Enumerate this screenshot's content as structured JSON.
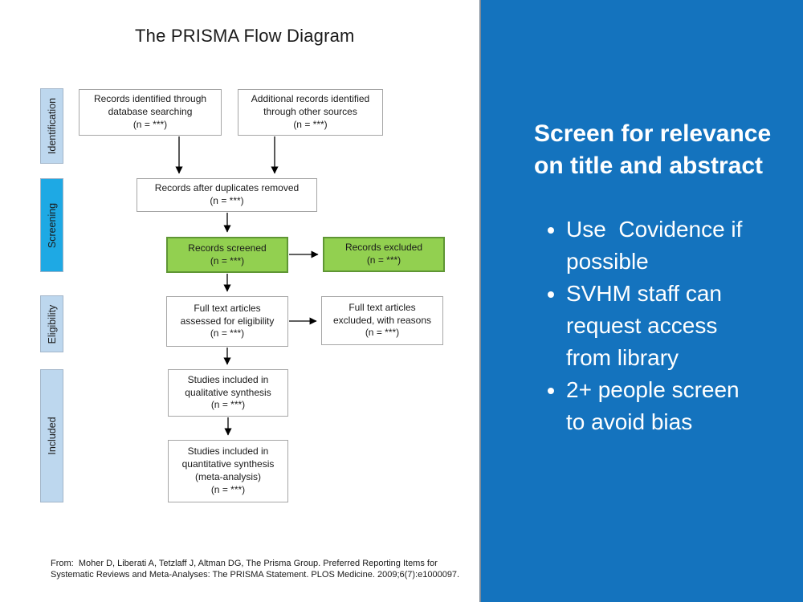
{
  "slide": {
    "title": "The PRISMA Flow Diagram",
    "citation": "From:  Moher D, Liberati A, Tetzlaff J, Altman DG, The Prisma Group. Preferred Reporting Items for\nSystematic Reviews and Meta-Analyses: The PRISMA Statement. PLOS Medicine. 2009;6(7):e1000097."
  },
  "diagram": {
    "stage_labels": [
      "Identification",
      "Screening",
      "Eligibility",
      "Included"
    ],
    "nodes": {
      "records_db": "Records identified through\ndatabase searching\n(n = ***)",
      "records_other": "Additional records identified\nthrough other sources\n(n = ***)",
      "after_duplicates": "Records after duplicates removed\n(n = ***)",
      "screened": "Records screened\n(n = ***)",
      "excluded": "Records excluded\n(n = ***)",
      "fulltext_assessed": "Full text articles\nassessed for eligibility\n(n = ***)",
      "fulltext_excluded": "Full text articles\nexcluded, with reasons\n(n = ***)",
      "qualitative": "Studies included in\nqualitative synthesis\n(n = ***)",
      "quantitative": "Studies included in\nquantitative synthesis\n(meta-analysis)\n(n = ***)"
    }
  },
  "panel": {
    "heading": "Screen for relevance\non title and abstract",
    "bullets": [
      "Use  Covidence if\npossible",
      "SVHM staff can\nrequest access\nfrom library",
      "2+ people screen\nto avoid bias"
    ]
  },
  "colors": {
    "panel_blue": "#1473BE",
    "stage_light_blue": "#BDD7EE",
    "stage_bright_blue": "#1EA9E4",
    "highlight_green": "#92D050",
    "box_border_gray": "#A6A6A6"
  }
}
